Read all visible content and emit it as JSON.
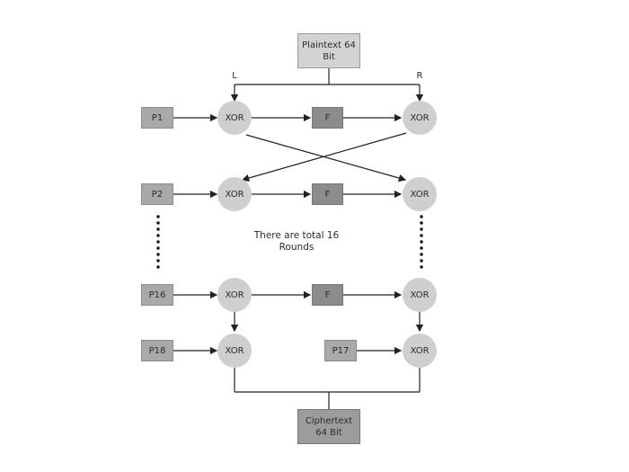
{
  "plaintext": "Plaintext 64 Bit",
  "ciphertext": "Ciphertext 64 Bit",
  "left_label": "L",
  "right_label": "R",
  "p_boxes": [
    "P1",
    "P2",
    "P16",
    "P18",
    "P17"
  ],
  "f_label": "F",
  "xor_label": "XOR",
  "rounds_note": "There are total 16 Rounds",
  "colors": {
    "box_light": "#d3d3d3",
    "box_mid": "#a9a9a9",
    "f_box": "#8c8c8c",
    "xor": "#cfcfcf",
    "line": "#222222"
  }
}
